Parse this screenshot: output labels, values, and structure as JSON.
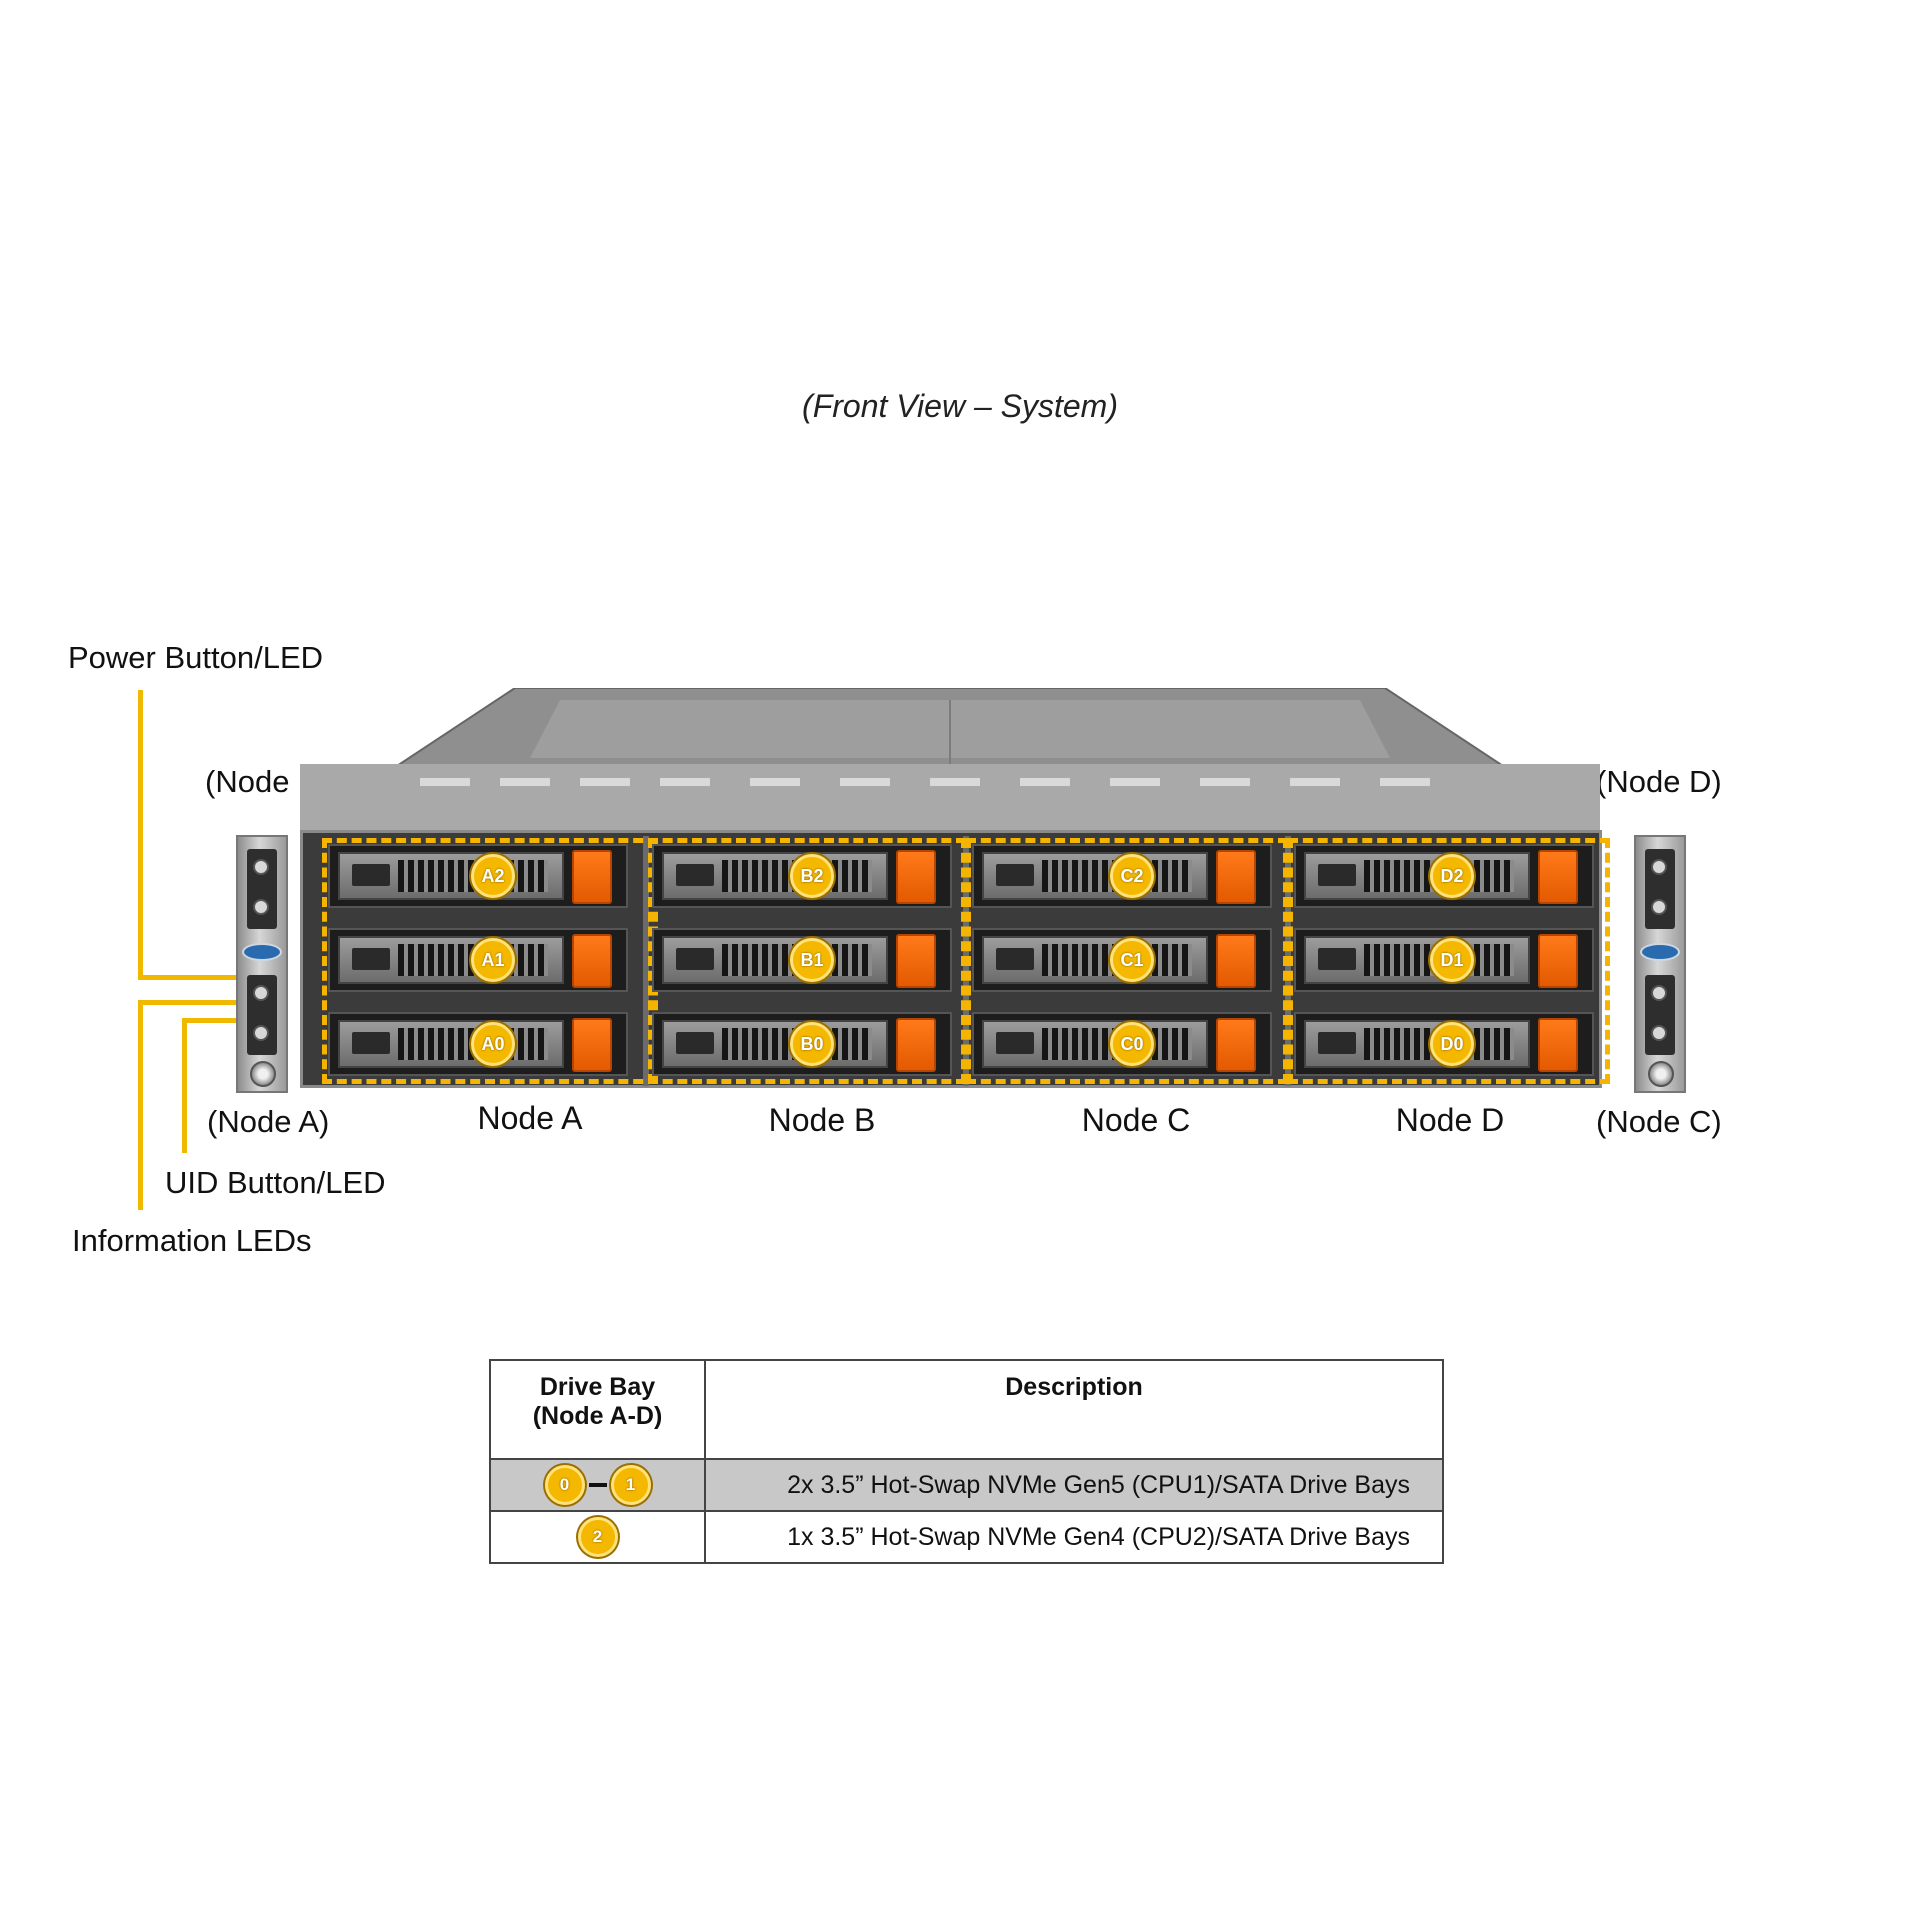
{
  "caption": "(Front View – System)",
  "callouts": {
    "power": "Power Button/LED",
    "uid": "UID Button/LED",
    "info": "Information  LEDs"
  },
  "ear_labels": {
    "top_left": "(Node B)",
    "bottom_left": "(Node A)",
    "top_right": "(Node D)",
    "bottom_right": "(Node C)"
  },
  "nodes": [
    "Node A",
    "Node B",
    "Node C",
    "Node D"
  ],
  "bays": {
    "A": [
      "A2",
      "A1",
      "A0"
    ],
    "B": [
      "B2",
      "B1",
      "B0"
    ],
    "C": [
      "C2",
      "C1",
      "C0"
    ],
    "D": [
      "D2",
      "D1",
      "D0"
    ]
  },
  "table": {
    "header_bay_line1": "Drive Bay",
    "header_bay_line2": "(Node A-D)",
    "header_desc": "Description",
    "rows": [
      {
        "badge_a": "0",
        "badge_b": "1",
        "desc": "2x 3.5” Hot-Swap  NVMe  Gen5  (CPU1)/SATA  Drive  Bays"
      },
      {
        "badge_a": "2",
        "desc": "1x 3.5” Hot-Swap  NVMe  Gen4  (CPU2)/SATA  Drive  Bays"
      }
    ]
  },
  "colors": {
    "callout_line": "#f0b800",
    "badge": "#f5b800",
    "latch": "#ff7a1a",
    "table_shade": "#c8c8c8"
  }
}
